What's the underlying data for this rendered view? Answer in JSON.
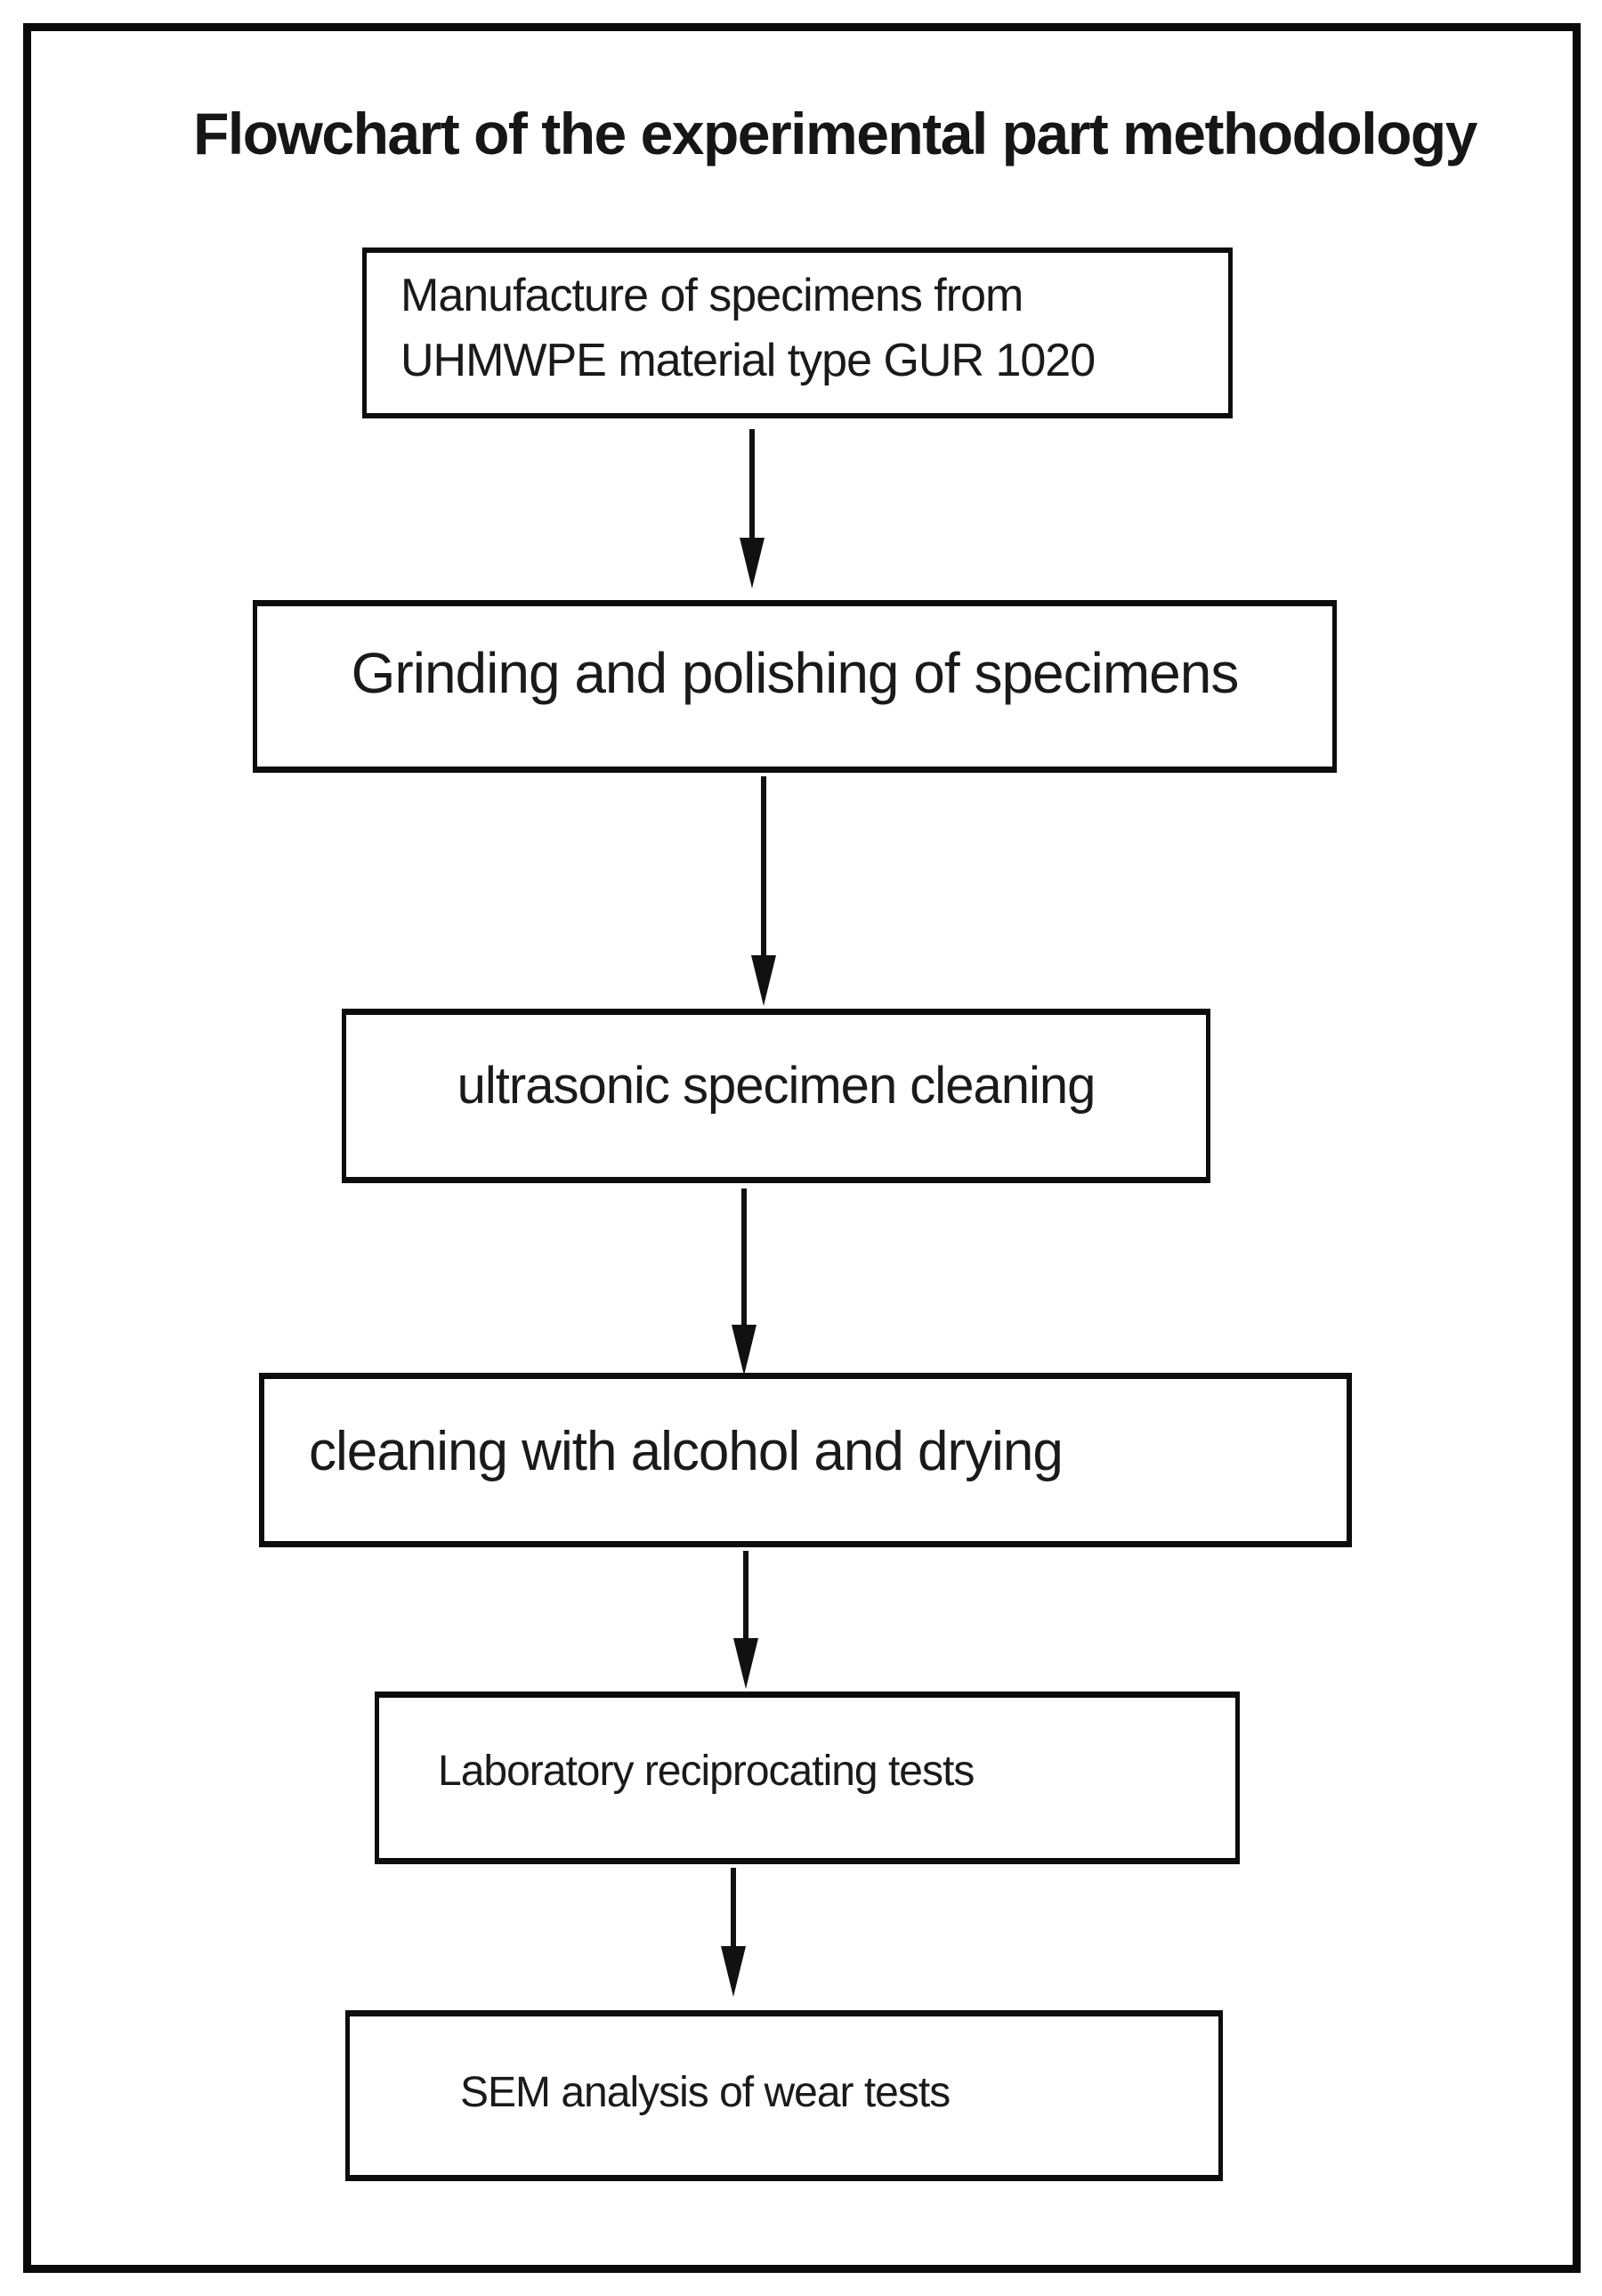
{
  "figure": {
    "title": "Flowchart of the experimental part methodology",
    "nodes": [
      {
        "id": "manufacture",
        "label": "Manufacture of specimens from\nUHMWPE material type GUR 1020"
      },
      {
        "id": "grinding",
        "label": "Grinding and polishing of specimens"
      },
      {
        "id": "ultrasonic",
        "label": "ultrasonic specimen cleaning"
      },
      {
        "id": "alcohol",
        "label": "cleaning with alcohol and drying"
      },
      {
        "id": "labtests",
        "label": "Laboratory reciprocating tests"
      },
      {
        "id": "sem",
        "label": "SEM analysis of wear tests"
      }
    ],
    "colors": {
      "ink": "#111111",
      "background": "#ffffff"
    }
  }
}
